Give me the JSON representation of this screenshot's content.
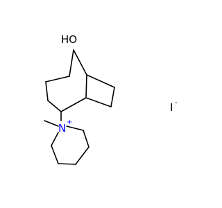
{
  "molecule": {
    "hydroxyl_label": "HO",
    "nitrogen_label": "N",
    "nitrogen_charge": "+",
    "iodide_label": "I",
    "iodide_charge": "-"
  },
  "colors": {
    "bond": "#000000",
    "nitrogen": "#0000ff",
    "text": "#000000",
    "background": "#ffffff"
  }
}
